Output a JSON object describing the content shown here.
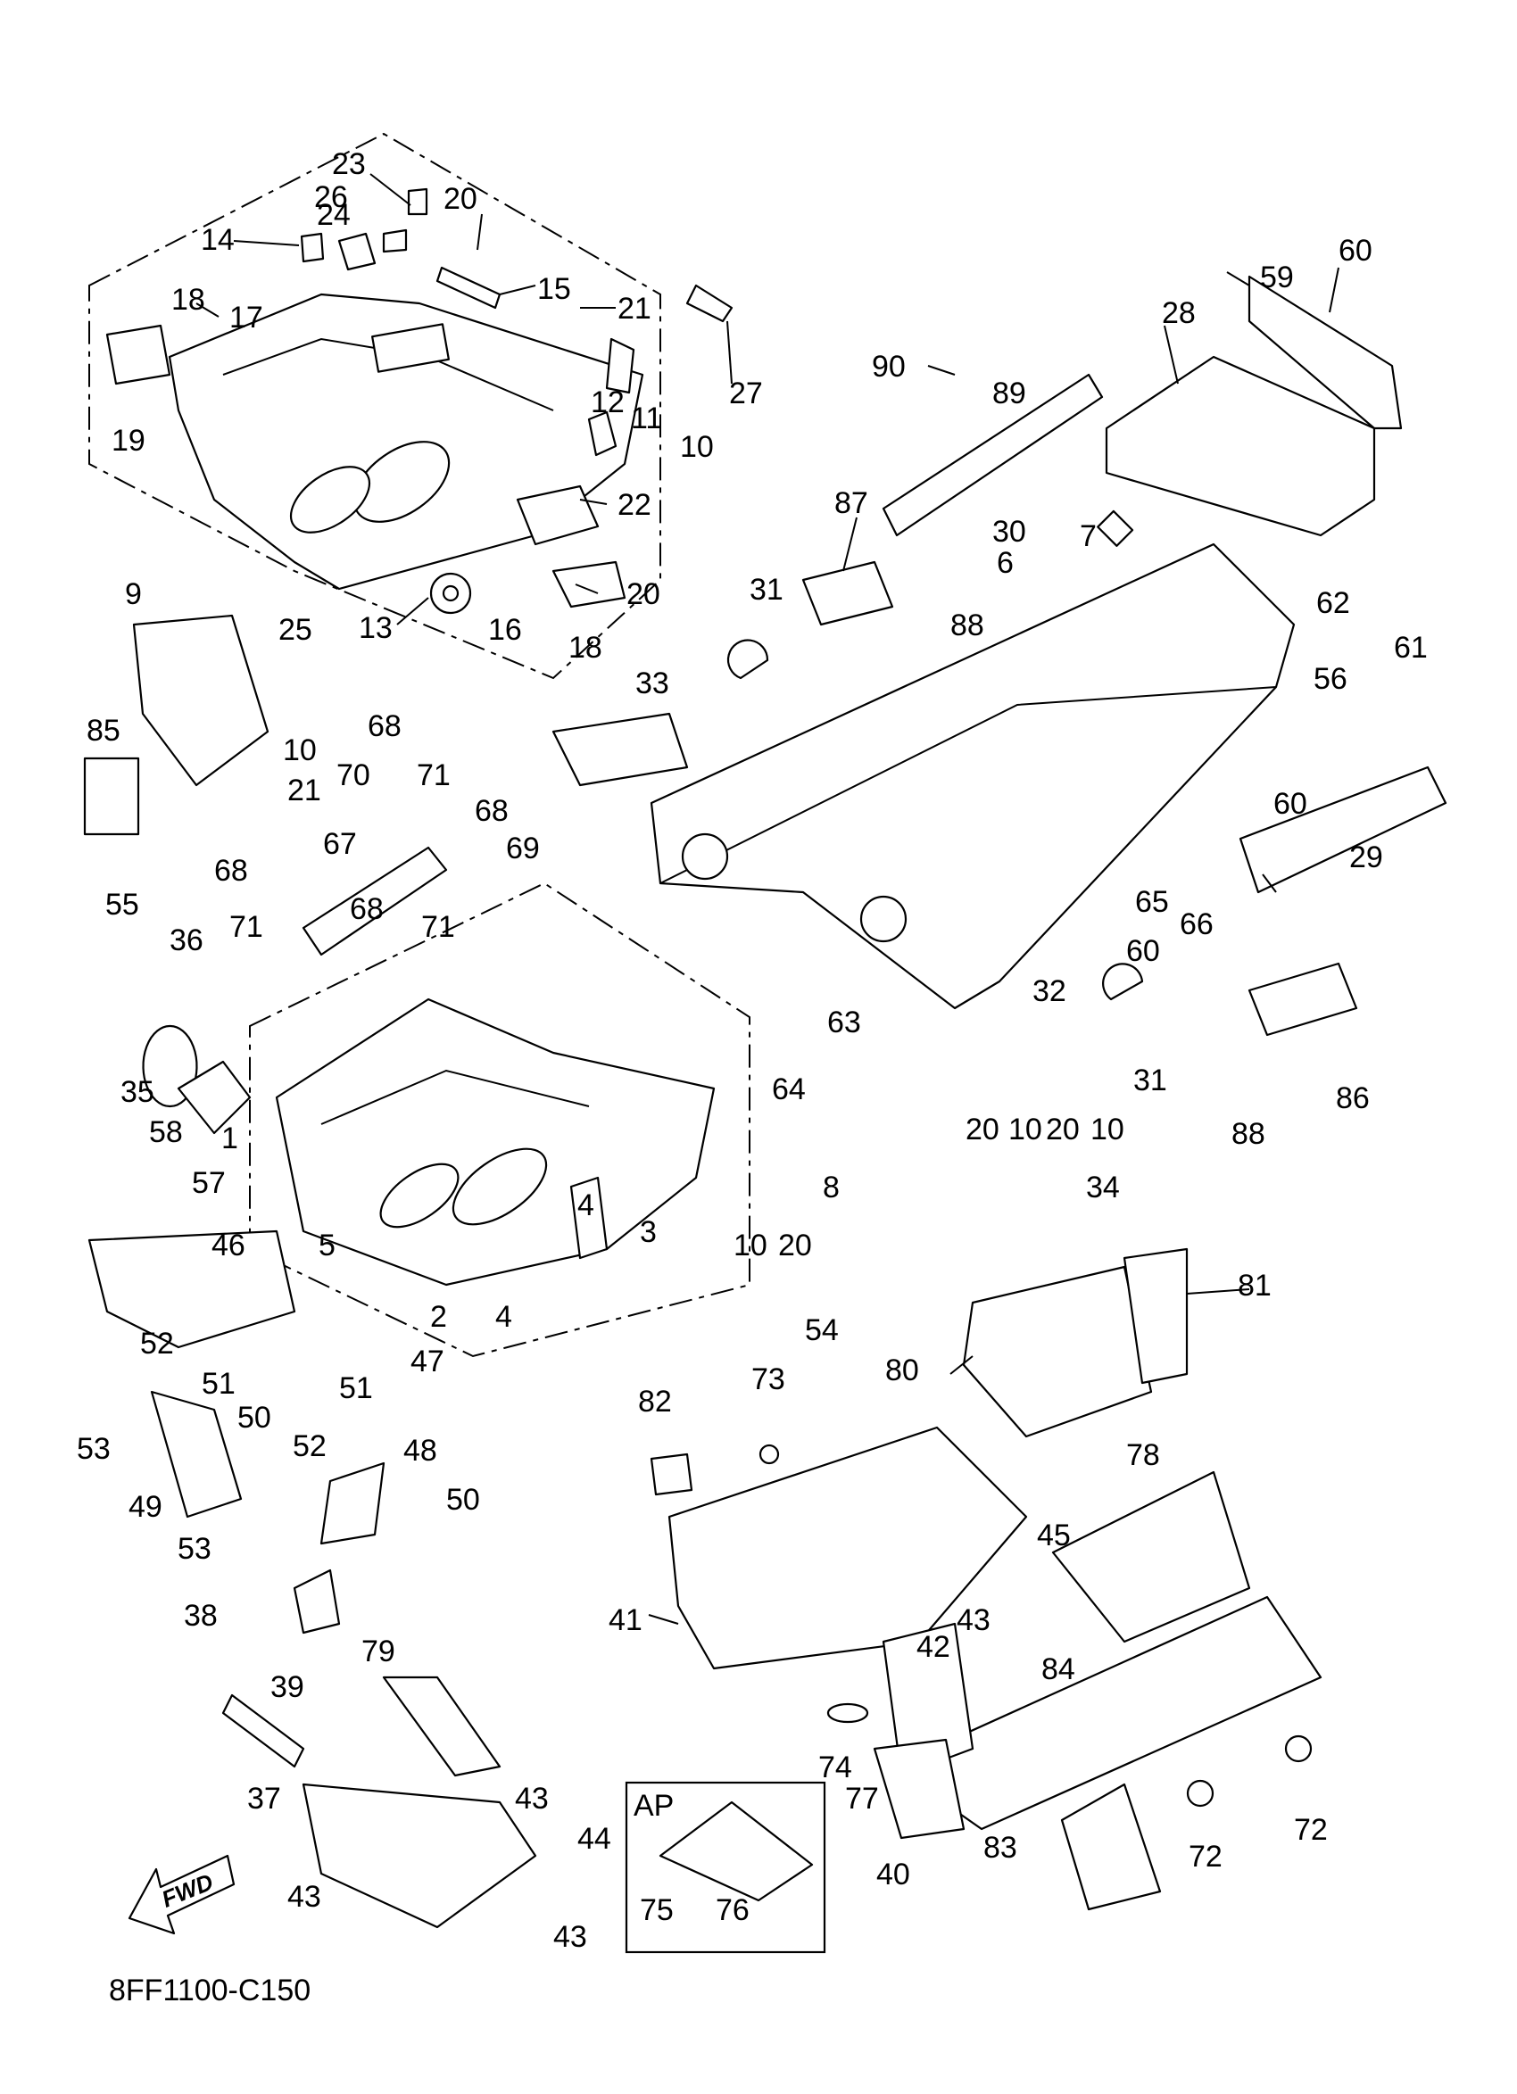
{
  "drawing_code": "8FF1100-C150",
  "direction_arrow": "FWD",
  "inset_label": "AP",
  "callouts": {
    "c1": "1",
    "c2": "2",
    "c3": "3",
    "c4a": "4",
    "c4b": "4",
    "c5": "5",
    "c6": "6",
    "c7": "7",
    "c8": "8",
    "c9": "9",
    "c10a": "10",
    "c10b": "10",
    "c10c": "10",
    "c10d": "10",
    "c10e": "10",
    "c12": "12",
    "c13": "13",
    "c14": "14",
    "c15": "15",
    "c16": "16",
    "c17": "17",
    "c18a": "18",
    "c18b": "18",
    "c19": "19",
    "c20a": "20",
    "c20b": "20",
    "c20c": "20",
    "c20d": "20",
    "c20e": "20",
    "c21a": "21",
    "c21b": "21",
    "c22": "22",
    "c23": "23",
    "c24": "24",
    "c25": "25",
    "c26": "26",
    "c27": "27",
    "c28": "28",
    "c29": "29",
    "c30": "30",
    "c31a": "31",
    "c31b": "31",
    "c32": "32",
    "c33": "33",
    "c34": "34",
    "c35": "35",
    "c36": "36",
    "c37": "37",
    "c38": "38",
    "c39": "39",
    "c40": "40",
    "c41": "41",
    "c42": "42",
    "c43a": "43",
    "c43b": "43",
    "c43c": "43",
    "c43d": "43",
    "c44": "44",
    "c45": "45",
    "c46": "46",
    "c47": "47",
    "c48": "48",
    "c49": "49",
    "c50a": "50",
    "c50b": "50",
    "c51a": "51",
    "c51b": "51",
    "c52a": "52",
    "c52b": "52",
    "c53a": "53",
    "c53b": "53",
    "c54": "54",
    "c55": "55",
    "c56": "56",
    "c57": "57",
    "c58": "58",
    "c59": "59",
    "c60a": "60",
    "c60b": "60",
    "c60c": "60",
    "c61": "61",
    "c62": "62",
    "c63": "63",
    "c64": "64",
    "c65": "65",
    "c66": "66",
    "c67": "67",
    "c68a": "68",
    "c68b": "68",
    "c68c": "68",
    "c68d": "68",
    "c69": "69",
    "c70": "70",
    "c71a": "71",
    "c71b": "71",
    "c71c": "71",
    "c72a": "72",
    "c72b": "72",
    "c73": "73",
    "c74": "74",
    "c75": "75",
    "c76": "76",
    "c77": "77",
    "c78": "78",
    "c79": "79",
    "c80": "80",
    "c81": "81",
    "c82": "82",
    "c83": "83",
    "c84": "84",
    "c85": "85",
    "c86": "86",
    "c87": "87",
    "c88a": "88",
    "c88b": "88",
    "c89": "89",
    "c90": "90",
    "c11": "11"
  }
}
